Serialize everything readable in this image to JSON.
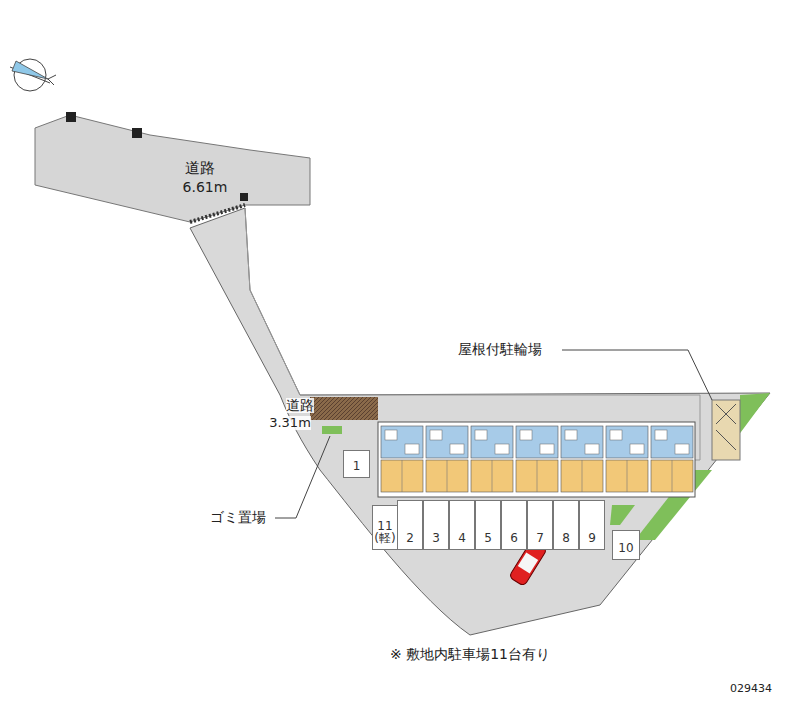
{
  "diagram": {
    "nodes": [
      {
        "text": [
          "1"
        ]
      },
      {
        "text": [
          "11",
          "(軽)"
        ]
      },
      {
        "text": [
          "2"
        ]
      },
      {
        "text": [
          "3"
        ]
      },
      {
        "text": [
          "4"
        ]
      },
      {
        "text": [
          "5"
        ]
      },
      {
        "text": [
          "6"
        ]
      },
      {
        "text": [
          "7"
        ]
      },
      {
        "text": [
          "8"
        ]
      },
      {
        "text": [
          "9"
        ]
      },
      {
        "text": [
          "10"
        ]
      }
    ],
    "labels": [
      "道路",
      "6.61m",
      "道路",
      "3.31m",
      "屋根付駐輪場",
      "ゴミ置場",
      "※ 敷地内駐車場11台有り",
      "029434"
    ]
  }
}
